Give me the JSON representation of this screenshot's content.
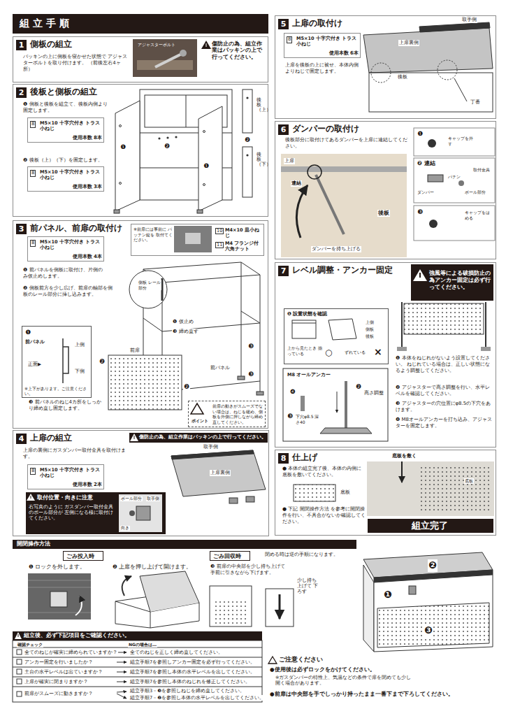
{
  "diagram": {
    "title": "組 立 手 順",
    "nodes": [
      {
        "text": [
          "1",
          "側板の組立",
          "パッキンの上に側板を寝かせた状態で アジャスターボルトを取り付けます。 （前後左右4ヶ所）"
        ]
      },
      {
        "text": [
          "傷防止の為、組立作業はパッキンの上で行ってください。"
        ],
        "in": 0
      },
      {
        "text": [
          "2",
          "後板と側板の組立",
          "❶ 側板と後板を組立て、後板内側より固定します。",
          "❷ 後板（上）（下）を固定します。"
        ]
      },
      {
        "text": [
          "8",
          "M5×10 十字穴付き トラス小ねじ",
          "使用本数 8本"
        ],
        "in": 2
      },
      {
        "text": [
          "8",
          "M5×10 十字穴付き トラス小ねじ",
          "使用本数 3本"
        ],
        "in": 2
      },
      {
        "text": [
          "3",
          "前パネル、前扉の取付け",
          "❶ 前パネルを側板に取付け、片側のみ仮止めします。",
          "❷ 側板前方を少し広げ、前扉の軸部を側板のレール部分に挿し込みます。",
          "❸ 前パネルのねじ4カ所をしっかり締め直し固定します。"
        ]
      },
      {
        "text": [
          "8",
          "M5×10 十字穴付き トラス小ねじ",
          "使用本数 4本"
        ],
        "in": 5
      },
      {
        "text": [
          "※前扉には事前に パッチン錠を 取付てください。",
          "10",
          "M4×10 皿小ねじ",
          "11",
          "M4 フランジ付 六角ナット"
        ],
        "in": 5
      },
      {
        "text": [
          "❶",
          "前パネル",
          "上側",
          "正面▶",
          "下側",
          "※上下があります。ご注意ください。"
        ],
        "in": 5
      },
      {
        "text": [
          "ポイント",
          "前扉の動きがスムーズでない場合は、ねじを緩め、側板を外側に押しながら締め直してください。"
        ],
        "in": 5
      },
      {
        "text": [
          "4",
          "上扉の組立",
          "上扉の裏側にガスダンパー取付金具を取付けます。"
        ]
      },
      {
        "text": [
          "傷防止の為、組立作業はパッキンの上で行ってください。"
        ],
        "in": 10
      },
      {
        "text": [
          "8",
          "M5×10 十字穴付き トラス小ねじ",
          "使用本数 2本"
        ],
        "in": 10
      },
      {
        "text": [
          "取付位置・向きに注意",
          "右写真のように ガスダンパー取付金具のボール部分が 左側になる様に取付けてください。"
        ],
        "in": 10
      },
      {
        "text": [
          "5",
          "上扉の取付け",
          "上扉を後板の上に被せ、本体内側よりねじで固定します。"
        ]
      },
      {
        "text": [
          "8",
          "M5×10 十字穴付き トラス小ねじ",
          "使用本数 6本"
        ],
        "in": 14
      },
      {
        "text": [
          "6",
          "ダンパーの取付け",
          "後板部分に取付けてあるダンパーを上扉に連結してください。"
        ]
      },
      {
        "text": [
          "7",
          "レベル調整・アンカー固定",
          "❶ 本体をねじれがないよう設置してください。 ねじれている場合は、正しい状態になるよう調整してください。",
          "❷ アジャスターで高さ調整を行い、水平レベルを確認してください。",
          "❸ アジャスターの穴位置にφ8.5の下穴をあけます。",
          "❹ M8オールアンカーを打ち込み、アジャスターを固定します。"
        ]
      },
      {
        "text": [
          "強風等による破損防止の為アンカー固定は必ず行ってください。"
        ],
        "in": 17
      },
      {
        "text": [
          "❶ 設置状態を確認",
          "上から見たとき 揃っている",
          "○",
          "ずれている",
          "×"
        ],
        "in": 17
      },
      {
        "text": [
          "8",
          "仕上げ",
          "● 本体の組立完了後、本体の内側に底板を敷いてください。",
          "● 下記 開閉操作方法 を参考に開閉操作を行い、不具合がないか確認してください。"
        ]
      },
      {
        "text": [
          "組立完了"
        ],
        "in": 20
      },
      {
        "text": [
          "開閉操作方法"
        ]
      },
      {
        "text": [
          "ごみ投入時"
        ]
      },
      {
        "text": [
          "ごみ回収時"
        ]
      },
      {
        "text": [
          "組立後、必ず下記項目をご確認ください。"
        ]
      }
    ],
    "labels": [
      "アジャスターボルト",
      "❶",
      "❷",
      "❶",
      "❷",
      "後板（上）",
      "後板（下）",
      "側板 レール部分",
      "❶ 仮止め",
      "❸ 締め直す",
      "前扉",
      "前パネル",
      "❷",
      "❷",
      "❸",
      "❸",
      "取手側",
      "上扉裏側",
      "ボール部分",
      "取手側",
      "向き",
      "取手側",
      "上扉裏側",
      "後板",
      "丁番",
      "上扉",
      "連結",
      "後板",
      "ダンパーを持ち上げる",
      "❶",
      "キャップを外す",
      "❷ 連結",
      "パチン",
      "取付金具",
      "ダンパー",
      "ボール部分",
      "❸",
      "キャップをはめる",
      "上側",
      "側板",
      "後板",
      "M8 オールアンカー",
      "❹",
      "❷",
      "高さ調整",
      "❸",
      "下穴φ8.5 深さ40",
      "底板",
      "底板を敷く",
      "底板",
      "❶ ロックを外します。",
      "❷ 上扉を押し上げて開けます。",
      "❸ 前扉の中央部を少し持ち上げて 手前に引きながら下げます。",
      "閉める時は逆の手順になります。",
      "少し持ち上げて 下ろす",
      "❷",
      "❶",
      "❸",
      "確認チェック",
      "NGの場合は…",
      "全てのねじが確実に締められていますか？",
      "アンカー固定を行いましたか？",
      "土台の水平レベルは出ていますか？",
      "上扉が確実に閉まりますか？",
      "前扉がスムーズに動きますか？",
      "全てのねじを正しく締め直してください。",
      "組立手順7を参照しアンカー固定を必ず行ってください。",
      "組立手順7を参照し本体の水平レベルを出してください。",
      "組立手順7を参照し本体のねじれを修正してください。",
      "組立手順3－❸を参照しねじを締め直してください。",
      "組立手順7－❷を参照し本体の水平レベルを出してください。",
      "ご注意ください",
      "●使用後は必ずロックをかけてください。",
      "※ガスダンパーの特性上、気温などの条件で扉を閉めても少し開く場合があります。",
      "●前扉は中央部を手でしっかり持ったまま一番下まで下ろしてください。"
    ]
  }
}
